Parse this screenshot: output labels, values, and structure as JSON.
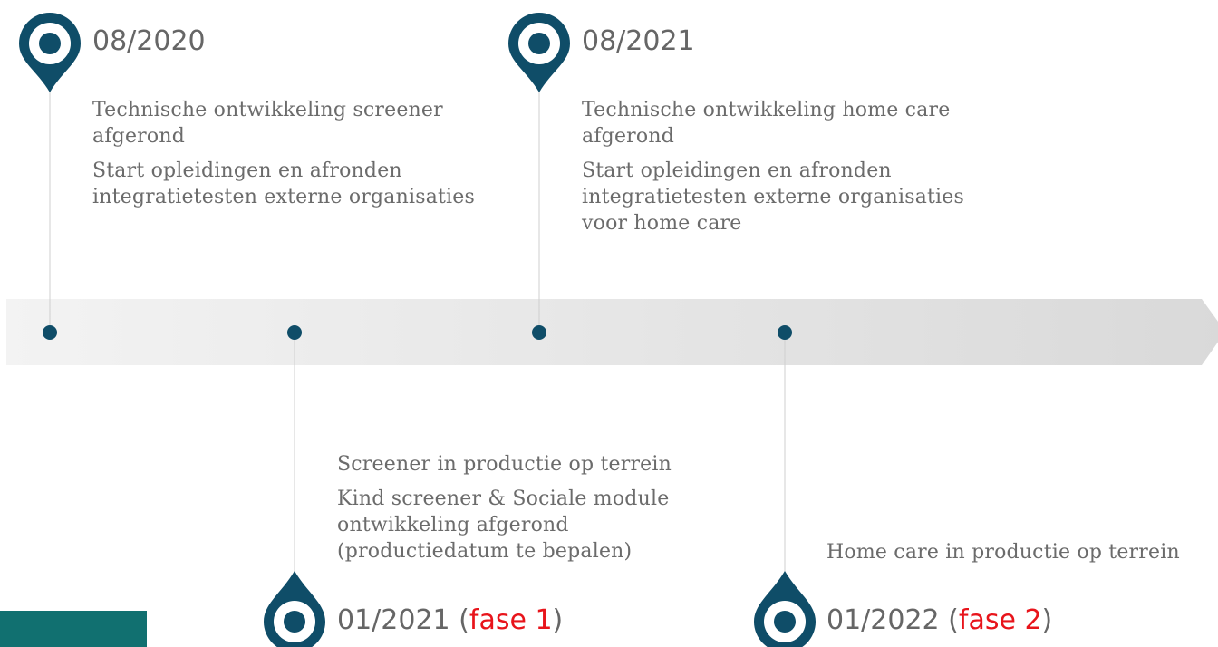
{
  "colors": {
    "accent": "#0f4d68",
    "fase": "#e8141b",
    "text": "#666666",
    "corner_bar": "#117070",
    "arrow_light": "#f3f3f3",
    "arrow_dark": "#d9d9d9",
    "connector": "#cfcfcf"
  },
  "milestones_top": [
    {
      "date": "08/2020",
      "lines": [
        "Technische ontwikkeling screener afgerond",
        "Start opleidingen en afronden integratietesten externe organisaties"
      ]
    },
    {
      "date": "08/2021",
      "lines": [
        "Technische ontwikkeling home care afgerond",
        "Start opleidingen en afronden integratietesten externe organisaties voor home care"
      ]
    }
  ],
  "milestones_bottom": [
    {
      "date": "01/2021",
      "phase": "fase 1",
      "lines": [
        "Screener in productie op terrein",
        "Kind screener & Sociale module ontwikkeling afgerond (productiedatum te bepalen)"
      ]
    },
    {
      "date": "01/2022",
      "phase": "fase 2",
      "lines": [
        "Home care in productie op terrein"
      ]
    }
  ],
  "icons": {
    "pin": "map-pin-icon",
    "drop": "drop-pin-icon",
    "dot": "timeline-dot-icon"
  }
}
